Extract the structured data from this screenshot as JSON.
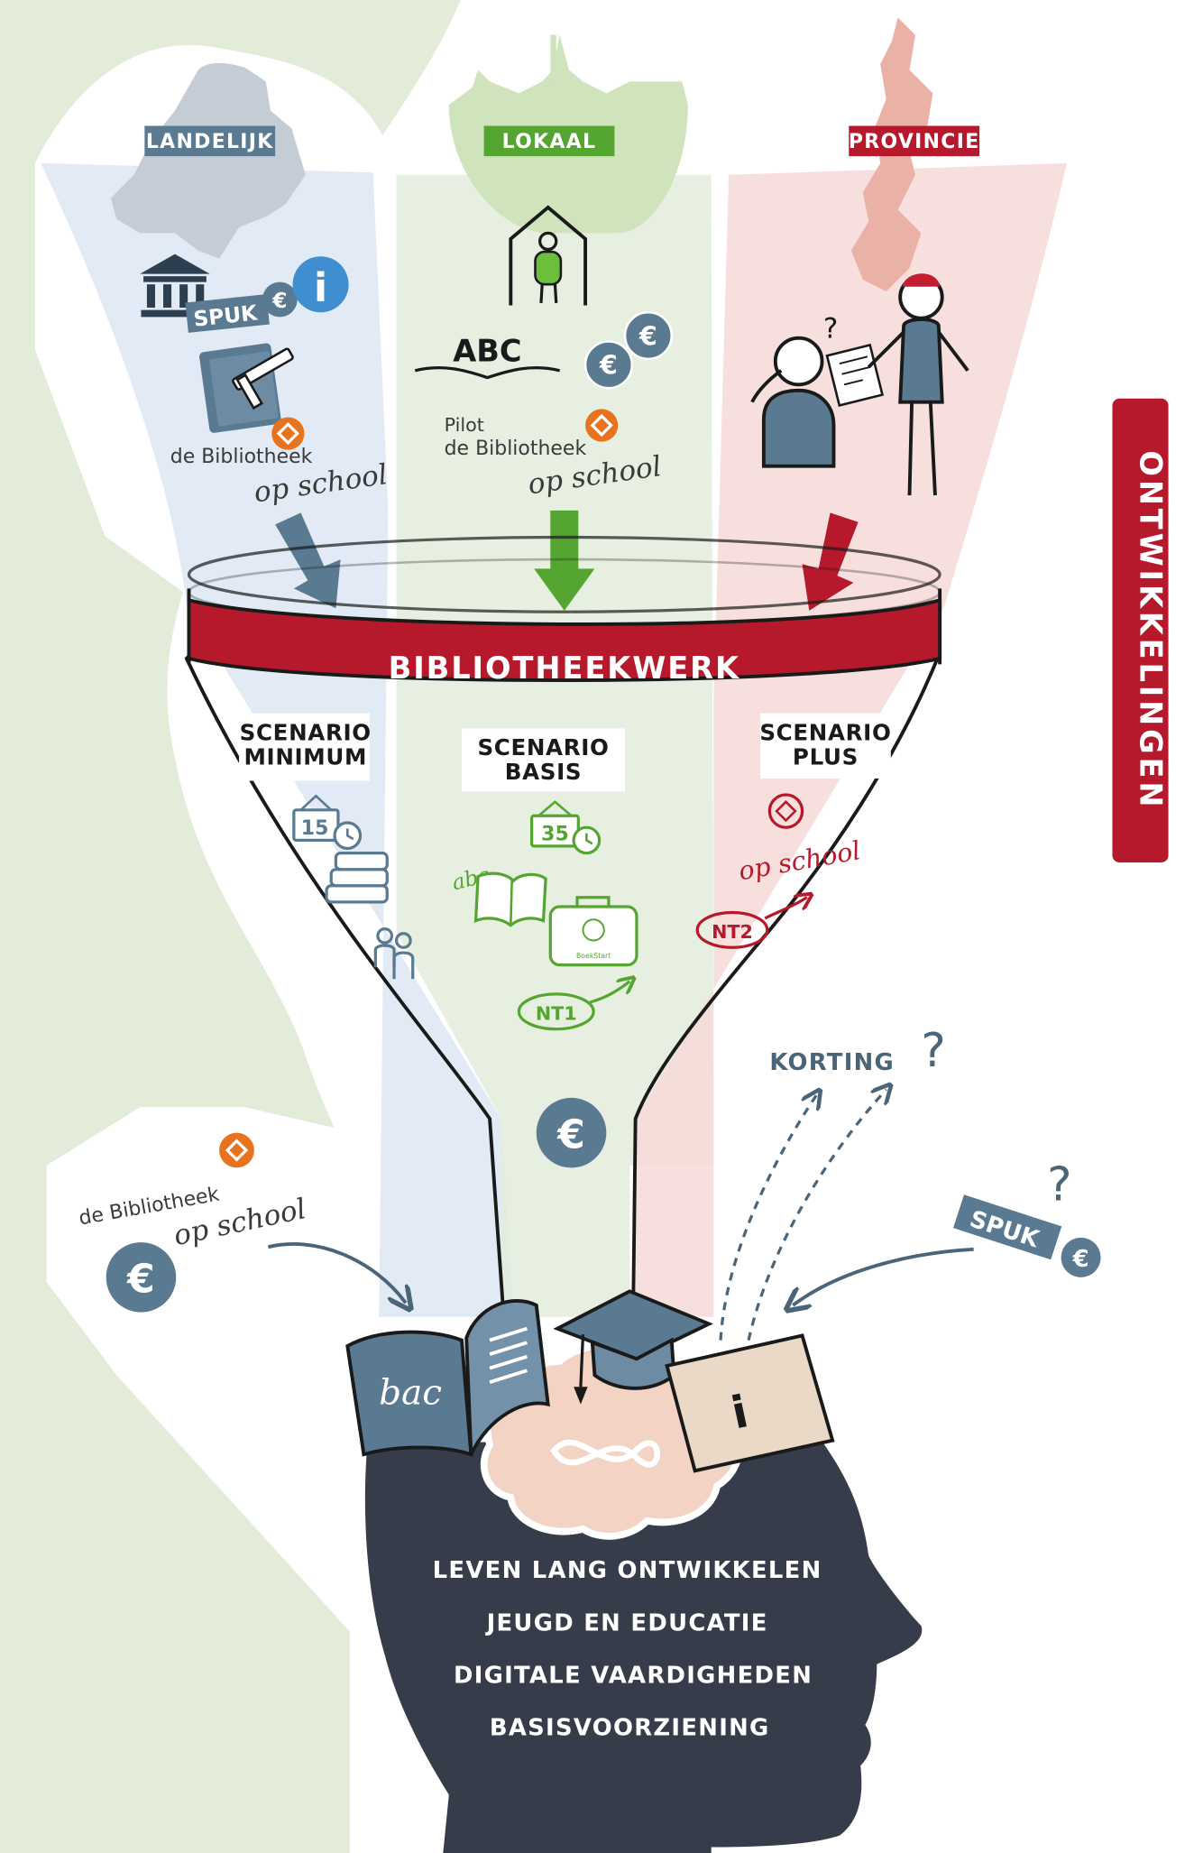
{
  "columns": {
    "national": {
      "label": "LANDELIJK",
      "spuk": "SPUK",
      "bib": "de Bibliotheek",
      "school": "op school"
    },
    "local": {
      "label": "LOKAAL",
      "abc": "ABC",
      "pilot": "Pilot",
      "bib": "de Bibliotheek",
      "school": "op school"
    },
    "province": {
      "label": "PROVINCIE",
      "question": "?"
    }
  },
  "side_banner": "ONTWIKKELINGEN",
  "funnel": {
    "band_label": "BIBLIOTHEEKWERK",
    "scenarios": [
      {
        "line1": "SCENARIO",
        "line2": "MINIMUM",
        "hours": "15"
      },
      {
        "line1": "SCENARIO",
        "line2": "BASIS",
        "hours": "35",
        "abc": "abc",
        "bookstart": "BoekStart",
        "nt": "NT1"
      },
      {
        "line1": "SCENARIO",
        "line2": "PLUS",
        "school": "op school",
        "nt": "NT2"
      }
    ],
    "euro": "€"
  },
  "lower": {
    "left_bib": "de Bibliotheek",
    "left_school": "op school",
    "left_euro": "€",
    "korting": "KORTING",
    "korting_q": "?",
    "spuk": "SPUK",
    "spuk_euro": "€",
    "spuk_q": "?",
    "book_letters": "bac",
    "info": "i"
  },
  "head_lines": [
    "LEVEN LANG ONTWIKKELEN",
    "JEUGD EN EDUCATIE",
    "DIGITALE VAARDIGHEDEN",
    "BASISVOORZIENING"
  ],
  "colors": {
    "national": "#5a7a92",
    "local": "#55a630",
    "province": "#b5192b",
    "band": "#b5192b",
    "head": "#363c4a",
    "map_bg": "#e2ecd9",
    "orange": "#e8731e"
  }
}
